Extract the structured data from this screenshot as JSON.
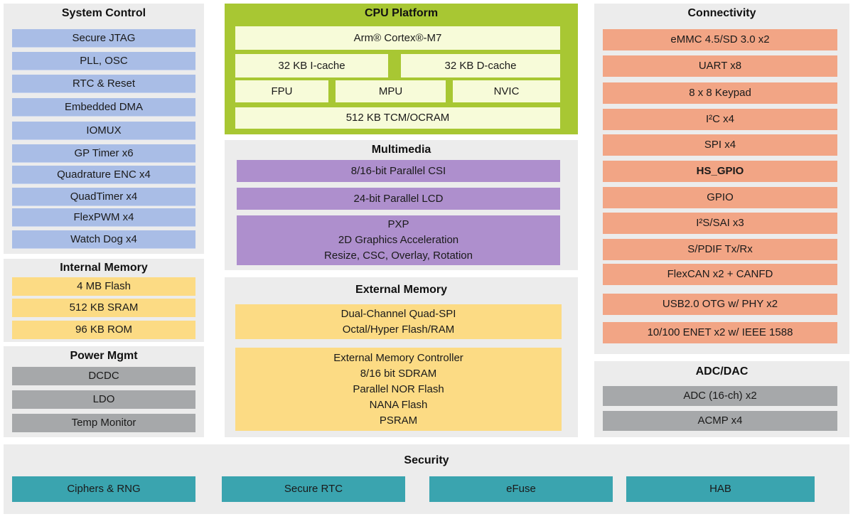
{
  "colors": {
    "panel_bg": "#ececec",
    "cpu_border": "#a8c733",
    "system_control": "#a9bde6",
    "memory": "#fcdb84",
    "power": "#a6a8aa",
    "multimedia": "#ae8fcd",
    "connectivity": "#f2a585",
    "security": "#3aa4af"
  },
  "system_control": {
    "title": "System Control",
    "items": [
      "Secure JTAG",
      "PLL, OSC",
      "RTC & Reset",
      "Embedded DMA",
      "IOMUX",
      "GP Timer x6",
      "Quadrature ENC x4",
      "QuadTimer x4",
      "FlexPWM x4",
      "Watch Dog x4"
    ]
  },
  "internal_memory": {
    "title": "Internal Memory",
    "items": [
      "4 MB Flash",
      "512 KB SRAM",
      "96 KB ROM"
    ]
  },
  "power_mgmt": {
    "title": "Power Mgmt",
    "items": [
      "DCDC",
      "LDO",
      "Temp Monitor"
    ]
  },
  "cpu_platform": {
    "title": "CPU Platform",
    "core": "Arm® Cortex®-M7",
    "icache": "32 KB I-cache",
    "dcache": "32 KB D-cache",
    "fpu": "FPU",
    "mpu": "MPU",
    "nvic": "NVIC",
    "tcm": "512 KB TCM/OCRAM"
  },
  "multimedia": {
    "title": "Multimedia",
    "csi": "8/16-bit Parallel CSI",
    "lcd": "24-bit Parallel LCD",
    "pxp": [
      "PXP",
      "2D Graphics Acceleration",
      "Resize, CSC, Overlay, Rotation"
    ]
  },
  "external_memory": {
    "title": "External Memory",
    "qspi": [
      "Dual-Channel Quad-SPI",
      "Octal/Hyper Flash/RAM"
    ],
    "emc": [
      "External Memory Controller",
      "8/16 bit SDRAM",
      "Parallel NOR Flash",
      "NANA Flash",
      "PSRAM"
    ]
  },
  "connectivity": {
    "title": "Connectivity",
    "items": [
      "eMMC 4.5/SD 3.0 x2",
      "UART x8",
      "8 x 8 Keypad",
      "I²C x4",
      "SPI  x4",
      "HS_GPIO",
      "GPIO",
      "I²S/SAI x3",
      "S/PDIF Tx/Rx",
      "FlexCAN x2 + CANFD",
      "USB2.0 OTG w/ PHY x2",
      "10/100 ENET x2 w/ IEEE 1588"
    ]
  },
  "adc_dac": {
    "title": "ADC/DAC",
    "items": [
      "ADC (16-ch) x2",
      "ACMP x4"
    ]
  },
  "security": {
    "title": "Security",
    "items": [
      "Ciphers & RNG",
      "Secure RTC",
      "eFuse",
      "HAB"
    ]
  }
}
